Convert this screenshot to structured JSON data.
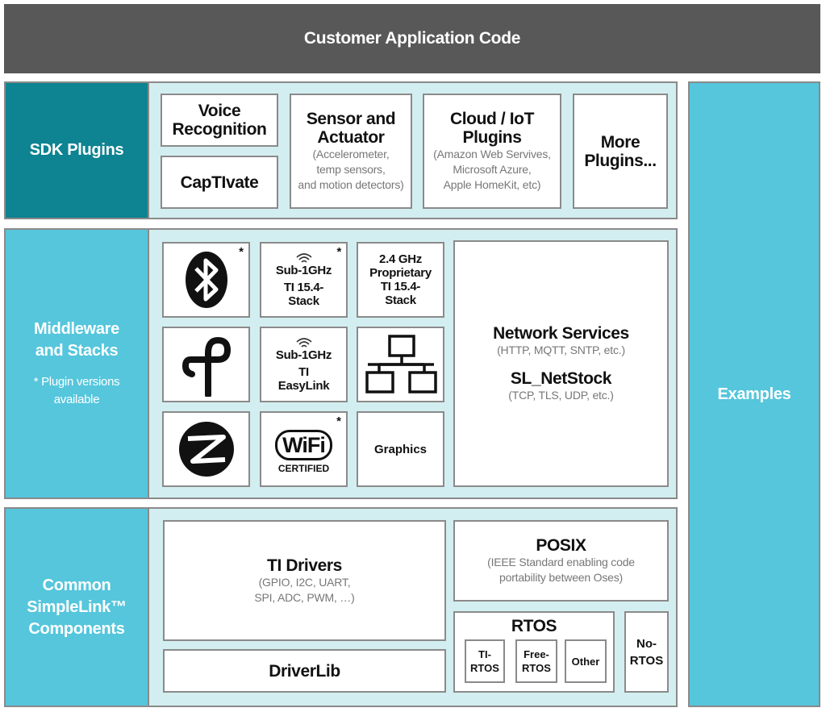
{
  "header": {
    "title": "Customer Application Code"
  },
  "examples": {
    "label": "Examples"
  },
  "sdk_plugins": {
    "label": "SDK Plugins",
    "voice": [
      "Voice",
      "Recognition"
    ],
    "captivate": "CapTIvate",
    "sensor": {
      "title": [
        "Sensor and",
        "Actuator"
      ],
      "sub": [
        "(Accelerometer,",
        "temp sensors,",
        "and motion detectors)"
      ]
    },
    "cloud": {
      "title": [
        "Cloud / IoT",
        "Plugins"
      ],
      "sub": [
        "(Amazon Web Servives,",
        "Microsoft Azure,",
        "Apple HomeKit, etc)"
      ]
    },
    "more": [
      "More",
      "Plugins..."
    ]
  },
  "middleware": {
    "label": [
      "Middleware",
      "and Stacks"
    ],
    "note": [
      "* Plugin versions",
      "available"
    ],
    "star": "*",
    "sub1ghz_154": [
      "Sub-1GHz",
      "TI 15.4-",
      "Stack"
    ],
    "ghz24": [
      "2.4 GHz",
      "Proprietary",
      "TI 15.4-",
      "Stack"
    ],
    "sub1ghz_easylink": [
      "Sub-1GHz",
      "TI",
      "EasyLink"
    ],
    "wifi": {
      "logo_text": "WiFi",
      "certified": "CERTIFIED"
    },
    "graphics": "Graphics",
    "network": {
      "title": "Network Services",
      "sub": "(HTTP, MQTT, SNTP, etc.)",
      "title2": "SL_NetStock",
      "sub2": "(TCP, TLS, UDP, etc.)"
    },
    "icons": [
      "bluetooth-icon",
      "thread-icon",
      "zigbee-icon",
      "wireless-signal-icon",
      "network-topology-icon"
    ]
  },
  "common": {
    "label": [
      "Common",
      "SimpleLink™",
      "Components"
    ],
    "ti_drivers": {
      "title": "TI Drivers",
      "sub": [
        "(GPIO, I2C, UART,",
        "SPI, ADC, PWM, …)"
      ]
    },
    "posix": {
      "title": "POSIX",
      "sub": [
        "(IEEE Standard enabling code",
        "portability between Oses)"
      ]
    },
    "driverlib": "DriverLib",
    "rtos": {
      "title": "RTOS",
      "ti_rtos": [
        "TI-",
        "RTOS"
      ],
      "free_rtos": [
        "Free-",
        "RTOS"
      ],
      "other": "Other"
    },
    "no_rtos": [
      "No-",
      "RTOS"
    ]
  },
  "colors": {
    "header": "#585858",
    "dark_teal": "#0e8391",
    "light_teal": "#55c6dc",
    "panel": "#d3eef0",
    "border": "#8a8a8a"
  }
}
